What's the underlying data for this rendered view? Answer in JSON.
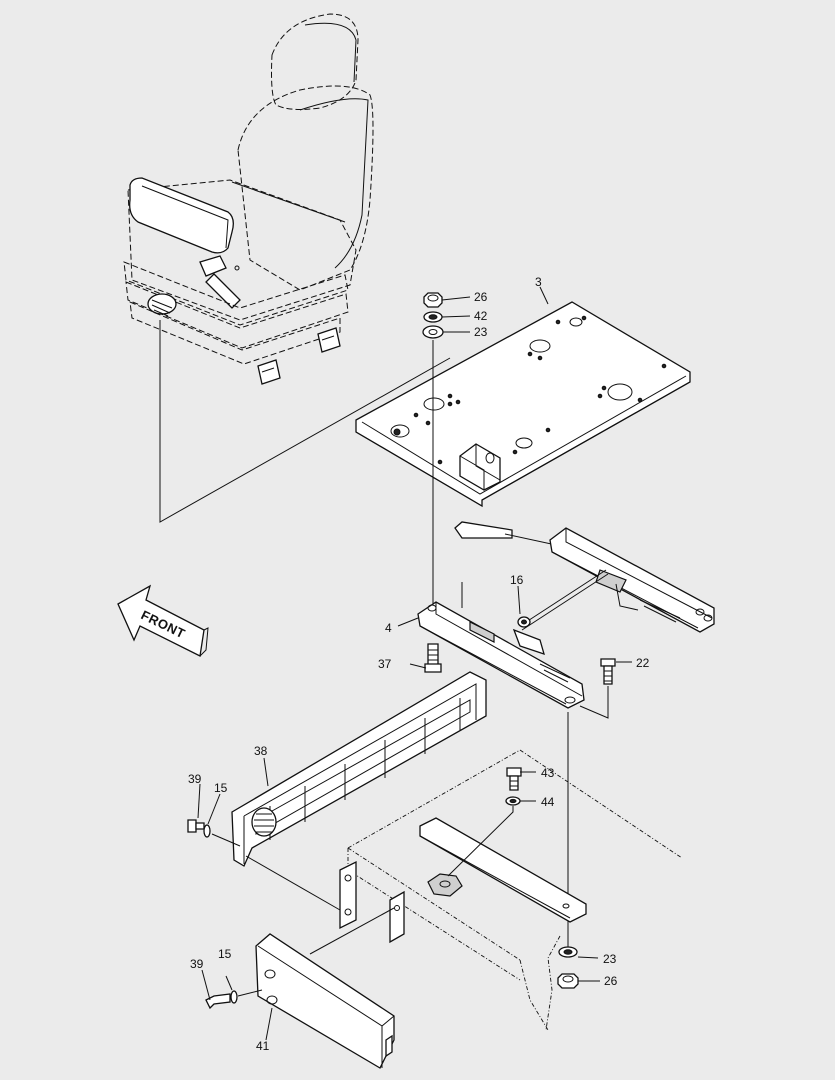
{
  "callouts": {
    "p3": "3",
    "p4": "4",
    "p15a": "15",
    "p15b": "15",
    "p16": "16",
    "p22": "22",
    "p23a": "23",
    "p23b": "23",
    "p26a": "26",
    "p26b": "26",
    "p37": "37",
    "p38": "38",
    "p39a": "39",
    "p39b": "39",
    "p41": "41",
    "p42": "42",
    "p43": "43",
    "p44": "44"
  },
  "front_arrow": {
    "label": "FRONT"
  }
}
